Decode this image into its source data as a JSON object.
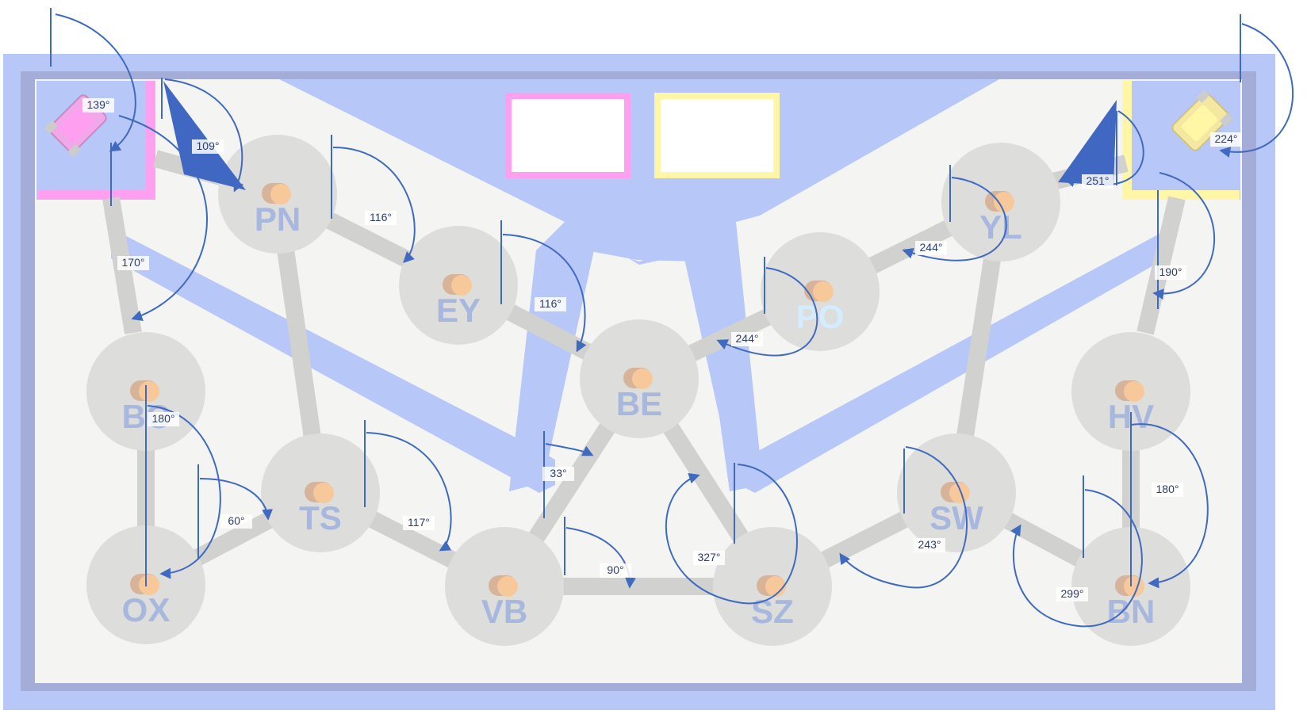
{
  "colors": {
    "frame": "#b7c7f7",
    "frame_shadow": "#a4acd8",
    "floor": "#f4f4f2",
    "wall": "#b7c7f7",
    "path": "#d1d1cf",
    "node": "#dddddb",
    "node_label": "#a7b7dd",
    "node_label_lit": "#d3ecff",
    "peg": "#f7c99a",
    "arc": "#3f6ac0",
    "triangle": "#4068c2",
    "pink": "#ff9ff0",
    "yellow": "#fff7a6"
  },
  "nodes": [
    {
      "id": "PN",
      "label": "PN",
      "lit": false
    },
    {
      "id": "EY",
      "label": "EY",
      "lit": false
    },
    {
      "id": "BE",
      "label": "BE",
      "lit": false
    },
    {
      "id": "PO",
      "label": "PO",
      "lit": true
    },
    {
      "id": "YL",
      "label": "YL",
      "lit": false
    },
    {
      "id": "BC",
      "label": "BC",
      "lit": false
    },
    {
      "id": "HV",
      "label": "HV",
      "lit": false
    },
    {
      "id": "TS",
      "label": "TS",
      "lit": false
    },
    {
      "id": "SW",
      "label": "SW",
      "lit": false
    },
    {
      "id": "OX",
      "label": "OX",
      "lit": false
    },
    {
      "id": "VB",
      "label": "VB",
      "lit": false
    },
    {
      "id": "SZ",
      "label": "SZ",
      "lit": false
    },
    {
      "id": "BN",
      "label": "BN",
      "lit": false
    }
  ],
  "angles": [
    {
      "id": "a139",
      "label": "139°"
    },
    {
      "id": "a109",
      "label": "109°"
    },
    {
      "id": "a170",
      "label": "170°"
    },
    {
      "id": "a116a",
      "label": "116°"
    },
    {
      "id": "a116b",
      "label": "116°"
    },
    {
      "id": "a244a",
      "label": "244°"
    },
    {
      "id": "a244b",
      "label": "244°"
    },
    {
      "id": "a251",
      "label": "251°"
    },
    {
      "id": "a224",
      "label": "224°"
    },
    {
      "id": "a190",
      "label": "190°"
    },
    {
      "id": "a180a",
      "label": "180°"
    },
    {
      "id": "a60",
      "label": "60°"
    },
    {
      "id": "a117",
      "label": "117°"
    },
    {
      "id": "a33",
      "label": "33°"
    },
    {
      "id": "a90",
      "label": "90°"
    },
    {
      "id": "a327",
      "label": "327°"
    },
    {
      "id": "a243",
      "label": "243°"
    },
    {
      "id": "a299",
      "label": "299°"
    },
    {
      "id": "a180b",
      "label": "180°"
    }
  ]
}
